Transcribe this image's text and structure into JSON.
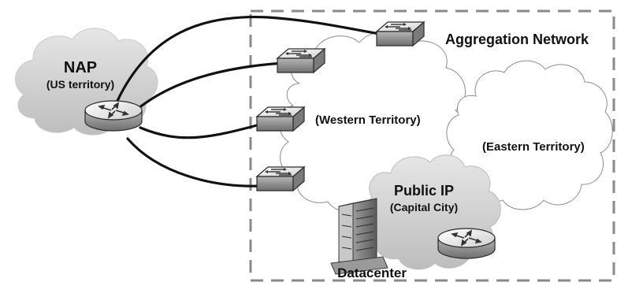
{
  "labels": {
    "nap_title": "NAP",
    "nap_subtitle": "(US territory)",
    "aggregation": "Aggregation Network",
    "western": "(Western Territory)",
    "eastern": "(Eastern Territory)",
    "public_ip_title": "Public IP",
    "public_ip_subtitle": "(Capital City)",
    "datacenter": "Datacenter"
  },
  "colors": {
    "cloud_fill": "#ffffff",
    "cloud_grey": "#cfcfcf",
    "outline": "#222222",
    "dashed_border": "#8a8a8a",
    "device_top": "#f2f2f2",
    "device_side": "#9a9a9a",
    "link": "#111111"
  },
  "icons": {
    "router": "router-icon",
    "switch": "switch-icon",
    "building": "datacenter-building-icon"
  }
}
